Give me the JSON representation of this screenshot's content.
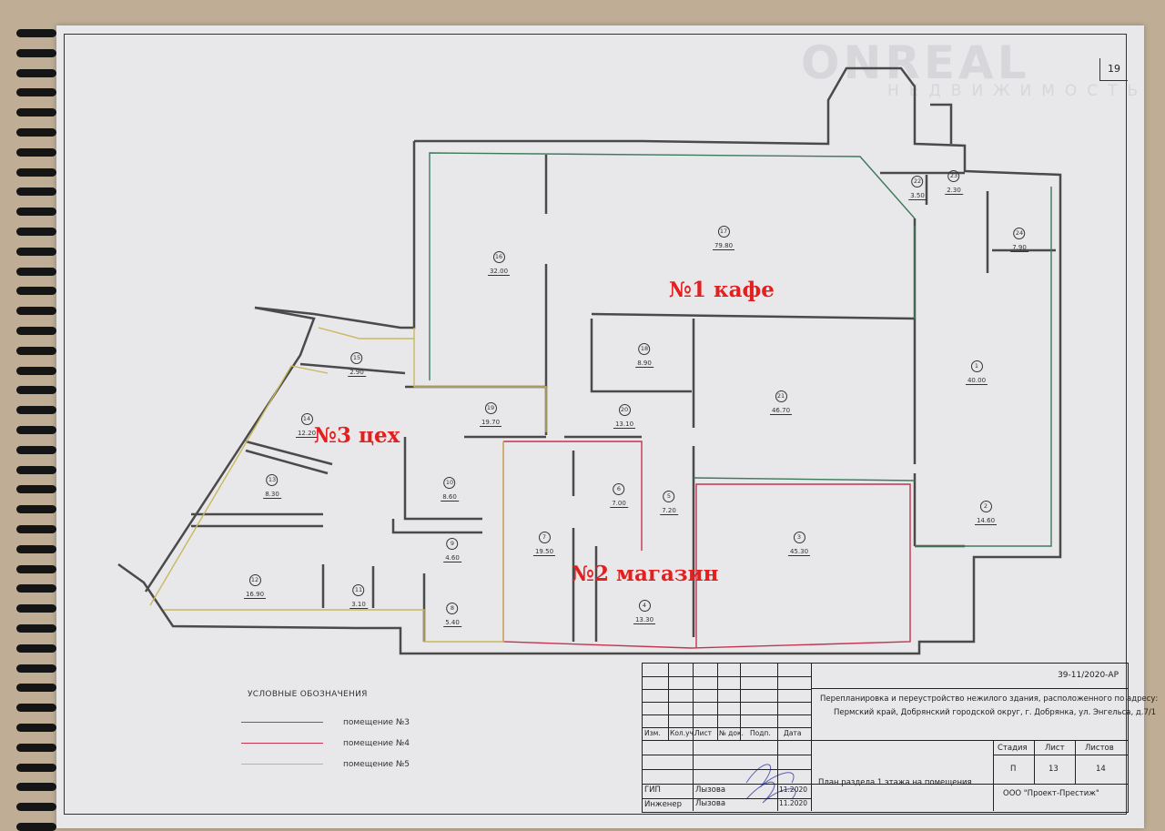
{
  "sheet_number": "19",
  "watermark": {
    "brand": "ONREAL",
    "tagline": "НЕДВИЖИМОСТЬ"
  },
  "colors": {
    "premise3": "#3d7a5c",
    "premise4": "#c43450",
    "premise5": "#c9b85e",
    "tenant_label": "#e2201f"
  },
  "rooms": [
    {
      "num": "1",
      "area": "40.00"
    },
    {
      "num": "2",
      "area": "14.60"
    },
    {
      "num": "3",
      "area": "45.30"
    },
    {
      "num": "4",
      "area": "13.30"
    },
    {
      "num": "5",
      "area": "7.20"
    },
    {
      "num": "6",
      "area": "7.00"
    },
    {
      "num": "7",
      "area": "19.50"
    },
    {
      "num": "8",
      "area": "5.40"
    },
    {
      "num": "9",
      "area": "4.60"
    },
    {
      "num": "10",
      "area": "8.60"
    },
    {
      "num": "11",
      "area": "3.10"
    },
    {
      "num": "12",
      "area": "16.90"
    },
    {
      "num": "13",
      "area": "8.30"
    },
    {
      "num": "14",
      "area": "12.20"
    },
    {
      "num": "15",
      "area": "2.90"
    },
    {
      "num": "16",
      "area": "32.00"
    },
    {
      "num": "17",
      "area": "79.80"
    },
    {
      "num": "18",
      "area": "8.90"
    },
    {
      "num": "19",
      "area": "19.70"
    },
    {
      "num": "20",
      "area": "13.10"
    },
    {
      "num": "21",
      "area": "46.70"
    },
    {
      "num": "22",
      "area": "3.50"
    },
    {
      "num": "23",
      "area": "2.30"
    },
    {
      "num": "24",
      "area": "7.90"
    }
  ],
  "tenants": {
    "cafe": "№1 кафе",
    "shop": "№2 магазин",
    "workshop": "№3 цех"
  },
  "legend": {
    "title": "УСЛОВНЫЕ ОБОЗНАЧЕНИЯ",
    "items": [
      {
        "label": "помещение №3"
      },
      {
        "label": "помещение №4"
      },
      {
        "label": "помещение №5"
      }
    ]
  },
  "title_block": {
    "code": "39-11/2020-АР",
    "project_line1": "Перепланировка и переустройство нежилого здания, расположенного по адресу:",
    "project_line2": "Пермский край, Добрянский городской округ, г. Добрянка, ул. Энгельса, д.7/1",
    "headers": {
      "izm": "Изм.",
      "kol": "Кол.уч.",
      "list": "Лист",
      "doc": "№ док.",
      "podp": "Подп.",
      "date": "Дата"
    },
    "stage_label": "Стадия",
    "sheet_label": "Лист",
    "sheets_label": "Листов",
    "stage": "П",
    "sheet": "13",
    "sheets": "14",
    "roles": [
      {
        "role": "ГИП",
        "name": "Лызова",
        "date": "11.2020"
      },
      {
        "role": "Инженер",
        "name": "Лызова",
        "date": "11.2020"
      }
    ],
    "drawing_title": "План раздела 1 этажа на помещения",
    "company": "ООО \"Проект-Престиж\""
  }
}
